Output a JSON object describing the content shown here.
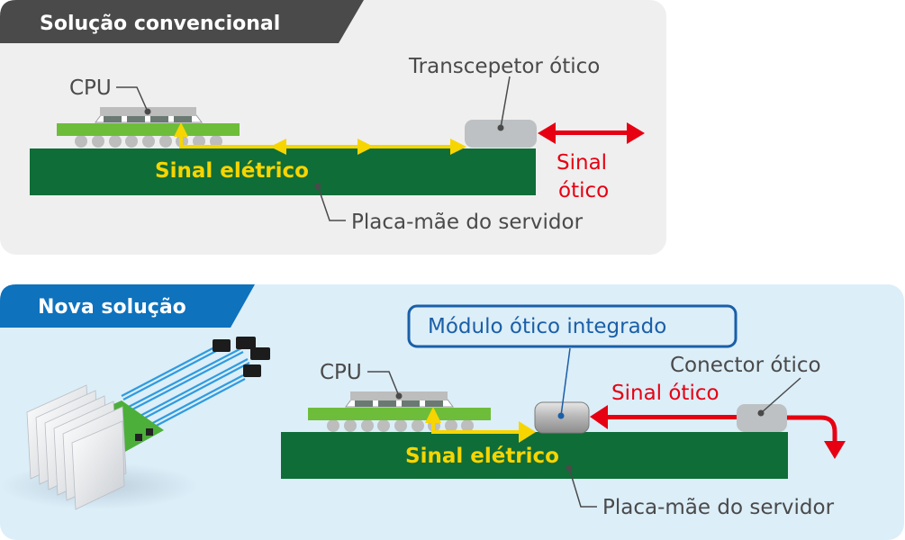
{
  "conventional": {
    "title": "Solução convencional",
    "cpu_label": "CPU",
    "transceiver_label": "Transcepetor ótico",
    "electrical_signal_label": "Sinal elétrico",
    "optical_signal_label_line1": "Sinal",
    "optical_signal_label_line2": "ótico",
    "motherboard_label": "Placa-mãe do servidor"
  },
  "new_solution": {
    "title": "Nova solução",
    "module_label": "Módulo ótico integrado",
    "cpu_label": "CPU",
    "connector_label": "Conector ótico",
    "optical_signal_label": "Sinal ótico",
    "electrical_signal_label": "Sinal elétrico",
    "motherboard_label": "Placa-mãe do servidor",
    "product_image": "co-packaged-optics-module-with-heatsink-and-fiber-connectors"
  },
  "colors": {
    "conventional_panel_bg": "#efefef",
    "conventional_banner": "#4a4a4a",
    "new_panel_bg": "#dceef8",
    "new_banner": "#0e72bd",
    "motherboard": "#0f6d38",
    "substrate": "#6ebd3a",
    "electrical_signal": "#f7d500",
    "optical_signal": "#e60012",
    "module_label_border": "#1a5fa8"
  }
}
